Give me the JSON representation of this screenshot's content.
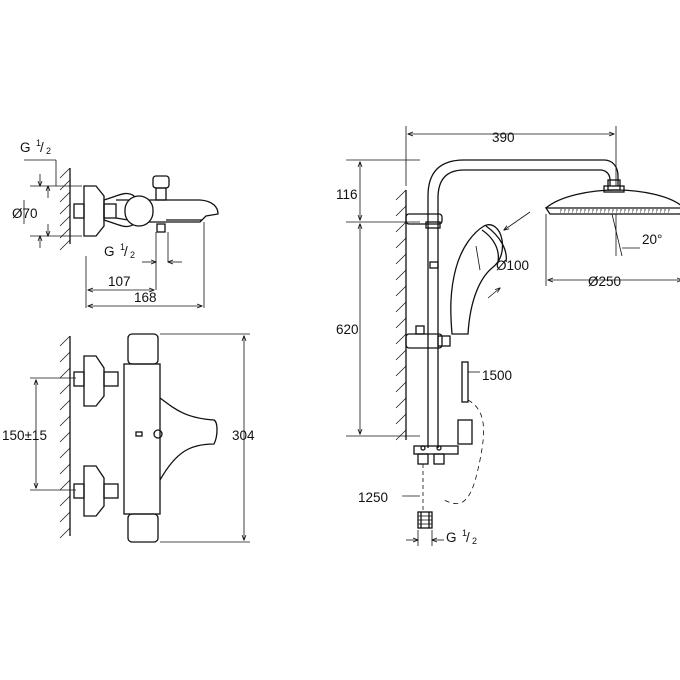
{
  "labels": {
    "bath_inlet_thread": "G",
    "bath_inlet_thread_num": "1",
    "bath_inlet_thread_den": "2",
    "bath_escutcheon": "Ø70",
    "bath_outlet_thread": "G",
    "bath_outlet_thread_num": "1",
    "bath_outlet_thread_den": "2",
    "bath_depth_1": "107",
    "bath_depth_2": "168",
    "bath_centres": "150±15",
    "bath_height": "304",
    "rail_projection": "390",
    "arm_drop": "116",
    "rail_length": "620",
    "hand_shower_diameter": "Ø100",
    "head_angle": "20°",
    "head_diameter": "Ø250",
    "hose_length": "1500",
    "supply_hose_length": "1250",
    "supply_thread": "G",
    "supply_thread_num": "1",
    "supply_thread_den": "2"
  }
}
